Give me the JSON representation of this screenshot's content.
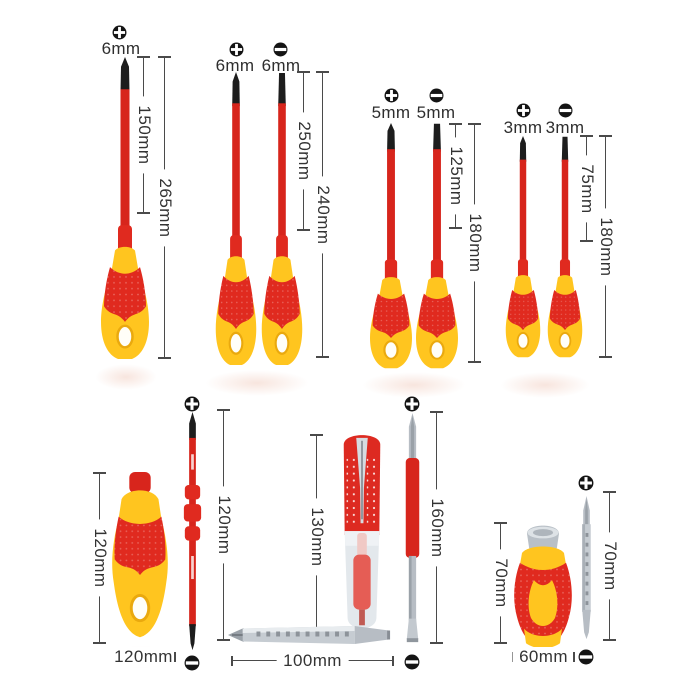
{
  "diagram_title": "insulated-screwdriver-set-dimensions",
  "colors": {
    "handle_red": "#e02a1f",
    "handle_yellow": "#ffc51f",
    "shaft_red": "#d7251c",
    "tip_black": "#1d1d1d",
    "metal": "#c6ccd2",
    "dimension_line": "#4a4a4a",
    "background": "#ffffff"
  },
  "icons": {
    "phillips": "phillips-tip-icon",
    "slotted": "slotted-tip-icon"
  },
  "set": {
    "groups": [
      {
        "name": "screwdriver-ph-265",
        "drivers": [
          {
            "tip": "phillips",
            "size": "6mm"
          }
        ],
        "dims": [
          "150mm",
          "265mm"
        ]
      },
      {
        "name": "screwdrivers-240",
        "drivers": [
          {
            "tip": "phillips",
            "size": "6mm"
          },
          {
            "tip": "slotted",
            "size": "6mm"
          }
        ],
        "dims": [
          "250mm",
          "240mm"
        ]
      },
      {
        "name": "screwdrivers-180",
        "drivers": [
          {
            "tip": "phillips",
            "size": "5mm"
          },
          {
            "tip": "slotted",
            "size": "5mm"
          }
        ],
        "dims": [
          "125mm",
          "180mm"
        ]
      },
      {
        "name": "screwdrivers-180-slim",
        "drivers": [
          {
            "tip": "phillips",
            "size": "3mm"
          },
          {
            "tip": "slotted",
            "size": "3mm"
          }
        ],
        "dims": [
          "75mm",
          "180mm"
        ]
      }
    ],
    "bottom": {
      "stubby_handle": {
        "height": "120mm",
        "width": "120mm"
      },
      "insulated_double_bit": {
        "length": "120mm",
        "top_tip": "phillips",
        "bottom_tip": "slotted"
      },
      "voltage_tester": {
        "length": "130mm"
      },
      "double_bit_horizontal": {
        "length": "100mm"
      },
      "double_bit_long": {
        "length": "160mm",
        "top_tip": "phillips",
        "bottom_tip": "slotted"
      },
      "mini_stubby": {
        "height": "70mm",
        "width": "60mm"
      },
      "double_bit_small": {
        "length": "70mm",
        "top_tip": "phillips",
        "bottom_tip": "slotted"
      }
    }
  }
}
